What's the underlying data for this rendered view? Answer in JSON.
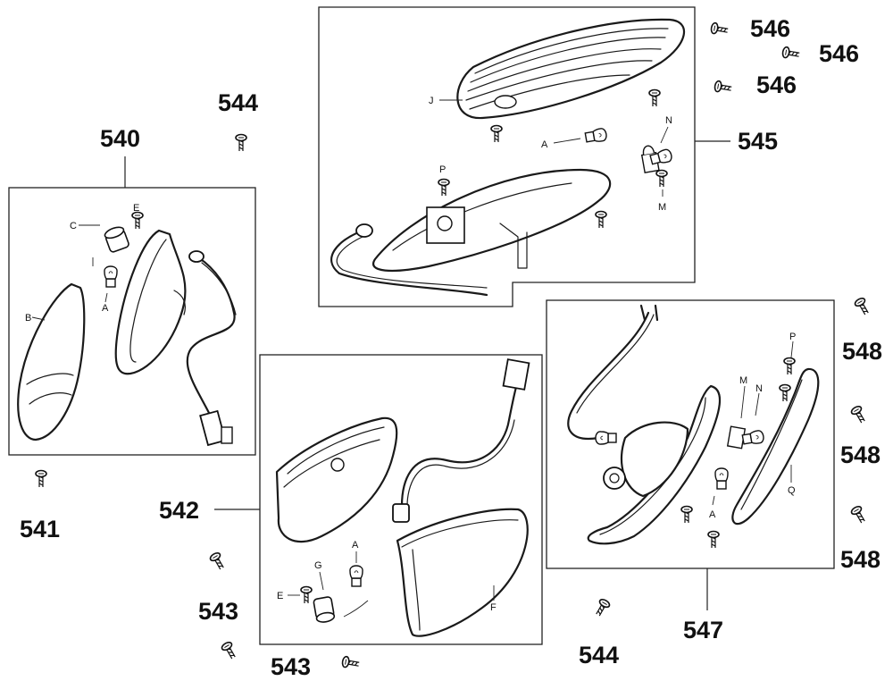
{
  "part_numbers": {
    "p540": "540",
    "p541": "541",
    "p542": "542",
    "p543a": "543",
    "p543b": "543",
    "p544a": "544",
    "p544b": "544",
    "p545": "545",
    "p546a": "546",
    "p546b": "546",
    "p546c": "546",
    "p547": "547",
    "p548a": "548",
    "p548b": "548",
    "p548c": "548"
  },
  "letters": {
    "box540": {
      "c": "C",
      "e": "E",
      "a": "A",
      "b": "B"
    },
    "box545": {
      "j": "J",
      "a": "A",
      "n": "N",
      "p": "P",
      "m": "M"
    },
    "box542": {
      "a": "A",
      "g": "G",
      "e": "E",
      "f": "F"
    },
    "box547": {
      "p": "P",
      "m": "M",
      "n": "N",
      "a": "A",
      "q": "Q"
    }
  },
  "icons": [
    "screw-icon",
    "bulb-icon",
    "socket-icon",
    "lens-icon",
    "housing-icon",
    "wire-harness-icon"
  ]
}
